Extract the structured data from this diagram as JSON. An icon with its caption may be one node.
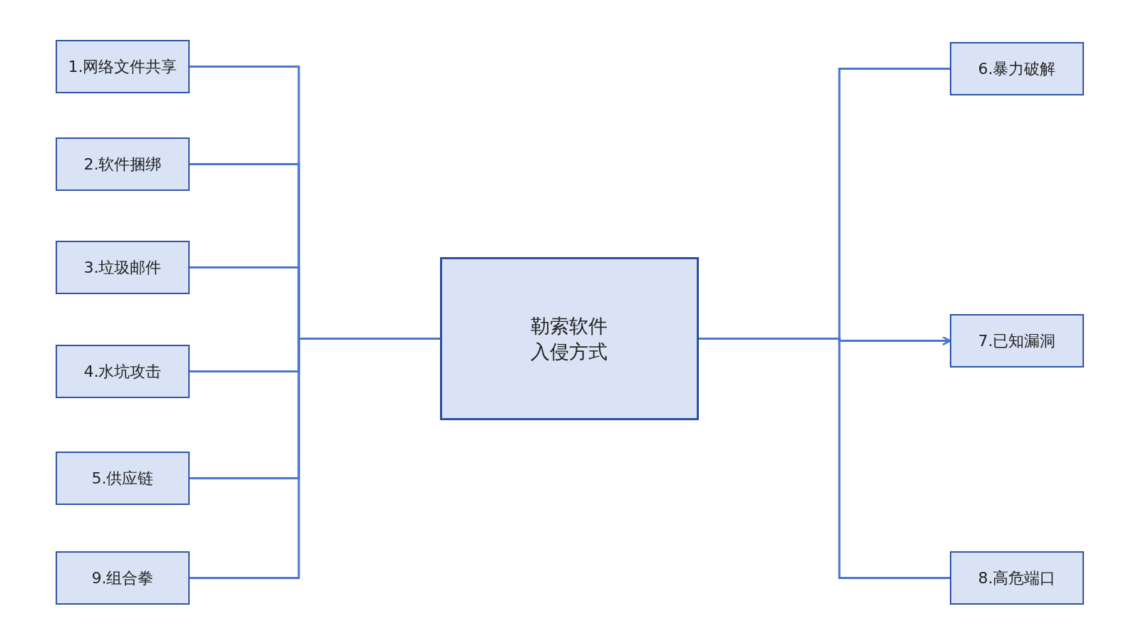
{
  "diagram": {
    "nodes": [
      {
        "text": [
          "勒索软件入侵方式"
        ]
      },
      {
        "text": [
          "1.网络文件共享"
        ]
      },
      {
        "text": [
          "2.软件捆绑"
        ]
      },
      {
        "text": [
          "3.垃圾邮件"
        ]
      },
      {
        "text": [
          "4.水坑攻击"
        ]
      },
      {
        "text": [
          "5.供应链"
        ]
      },
      {
        "text": [
          "9.组合拳"
        ]
      },
      {
        "text": [
          "6.暴力破解"
        ]
      },
      {
        "text": [
          "7.已知漏洞"
        ]
      },
      {
        "text": [
          "8.高危端口"
        ]
      }
    ],
    "edges": [
      {
        "from": 1,
        "to": 0,
        "arrow": "none"
      },
      {
        "from": 2,
        "to": 0,
        "arrow": "none"
      },
      {
        "from": 3,
        "to": 0,
        "arrow": "none"
      },
      {
        "from": 4,
        "to": 0,
        "arrow": "none"
      },
      {
        "from": 5,
        "to": 0,
        "arrow": "none"
      },
      {
        "from": 6,
        "to": 0,
        "arrow": "none"
      },
      {
        "from": 0,
        "to": 7,
        "arrow": "none"
      },
      {
        "from": 0,
        "to": 8,
        "arrow": "to"
      },
      {
        "from": 0,
        "to": 9,
        "arrow": "none"
      }
    ]
  }
}
